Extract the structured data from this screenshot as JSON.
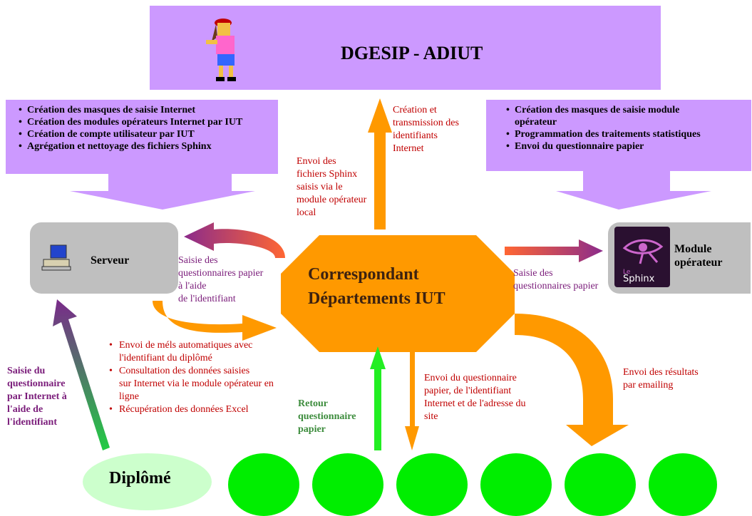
{
  "title": "DGESIP - ADIUT",
  "left_task_box": {
    "items": [
      "Création des masques de saisie Internet",
      "Création des modules opérateurs Internet par IUT",
      "Création de compte utilisateur par IUT",
      "Agrégation  et nettoyage des fichiers Sphinx"
    ]
  },
  "right_task_box": {
    "items": [
      "Création des masques de saisie module opérateur",
      "Programmation des traitements statistiques",
      "Envoi du questionnaire papier"
    ]
  },
  "server": {
    "label": "Serveur"
  },
  "module": {
    "label_line1": "Module",
    "label_line2": "opérateur",
    "logo_text_top": "Le",
    "logo_text": "Sphinx"
  },
  "center": {
    "line1": "Correspondant",
    "line2": "Départements IUT"
  },
  "diplome": {
    "label": "Diplômé"
  },
  "annotations": {
    "creation_transmission": [
      "Création et",
      "transmission des",
      "identifiants",
      "Internet"
    ],
    "envoi_fichiers": [
      "Envoi des",
      "fichiers Sphinx",
      "saisis via le",
      "module opérateur",
      "local"
    ],
    "saisie_papier_left": [
      "Saisie des",
      "questionnaires papier",
      "à l'aide",
      "de l'identifiant"
    ],
    "saisie_papier_right": [
      "Saisie des",
      "questionnaires papier"
    ],
    "envoi_questionnaire": [
      "Envoi du questionnaire",
      "papier, de l'identifiant",
      "Internet et de l'adresse du",
      "site"
    ],
    "envoi_resultats": [
      "Envoi des résultats",
      "par emailing"
    ],
    "retour": [
      "Retour",
      "questionnaire",
      "papier"
    ],
    "saisie_internet": [
      "Saisie du",
      "questionnaire",
      "par Internet à",
      "l'aide de",
      "l'identifiant"
    ],
    "red_list": [
      {
        "first": "Envoi de méls automatiques avec",
        "rest": "l'identifiant du diplômé"
      },
      {
        "first": "Consultation des données saisies",
        "rest": "sur Internet via le module opérateur en ligne"
      },
      {
        "first": "Récupération des données Excel",
        "rest": ""
      }
    ]
  },
  "colors": {
    "title_fill": "#cc99ff",
    "task_fill": "#cc99ff",
    "arrow_orange": "#ff9900",
    "center_fill": "#ff9900",
    "server_fill": "#bfbfbf",
    "diplome_fill": "#ccffcc",
    "circle_fill": "#00ee00",
    "purple_arrow": "#8b2b8b",
    "green_arrow": "#22dd22"
  }
}
